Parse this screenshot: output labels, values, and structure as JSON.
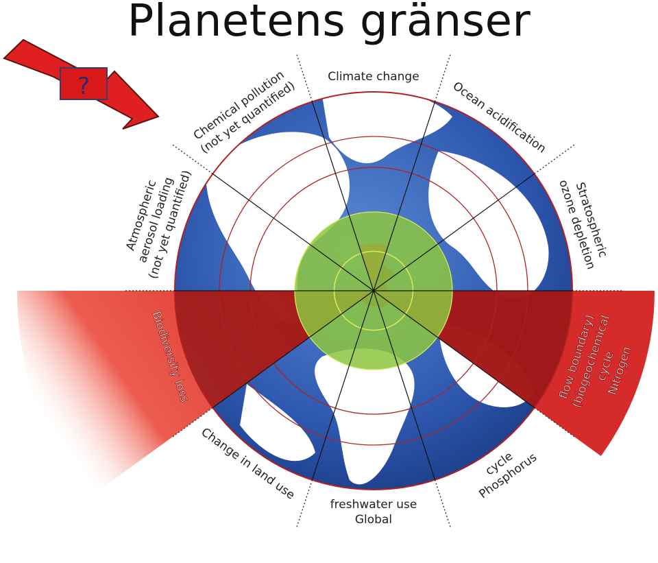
{
  "title": "Planetens gränser",
  "callout": {
    "symbol": "?",
    "color": "#e02020"
  },
  "colors": {
    "ocean": "#2f5fb8",
    "safe_zone": "#8cc63e",
    "exceeded": "#d42020",
    "ring": "#b32020"
  },
  "boundaries": [
    {
      "id": "climate-change",
      "lines": [
        "Climate change"
      ],
      "status": "exceeded",
      "level": 0.6
    },
    {
      "id": "ocean-acidification",
      "lines": [
        "Ocean acidification"
      ],
      "status": "within",
      "level": 0.34
    },
    {
      "id": "stratospheric-ozone-depletion",
      "lines": [
        "Stratospheric",
        "ozone depletion"
      ],
      "status": "within",
      "level": 0.1
    },
    {
      "id": "nitrogen-cycle",
      "lines": [
        "Nitrogen",
        "cycle",
        "(biogeochemical",
        "flow boundary)"
      ],
      "status": "exceeded",
      "level": 1.1
    },
    {
      "id": "phosphorus-cycle",
      "lines": [
        "Phosphorus",
        "cycle"
      ],
      "status": "within",
      "level": 0.24
    },
    {
      "id": "global-freshwater-use",
      "lines": [
        "Global",
        "freshwater use"
      ],
      "status": "within",
      "level": 0.2
    },
    {
      "id": "change-in-land-use",
      "lines": [
        "Change in land use"
      ],
      "status": "within",
      "level": 0.2
    },
    {
      "id": "biodiversity-loss",
      "lines": [
        "Biodiversity loss"
      ],
      "status": "exceeded",
      "level": 1.45
    },
    {
      "id": "atmospheric-aerosol-loading",
      "lines": [
        "Atmospheric",
        "aerosol loading",
        "(not yet quantified)"
      ],
      "status": "not-quantified",
      "level": 0
    },
    {
      "id": "chemical-pollution",
      "lines": [
        "Chemical pollution",
        "(not yet quantified)"
      ],
      "status": "not-quantified",
      "level": 0
    }
  ]
}
